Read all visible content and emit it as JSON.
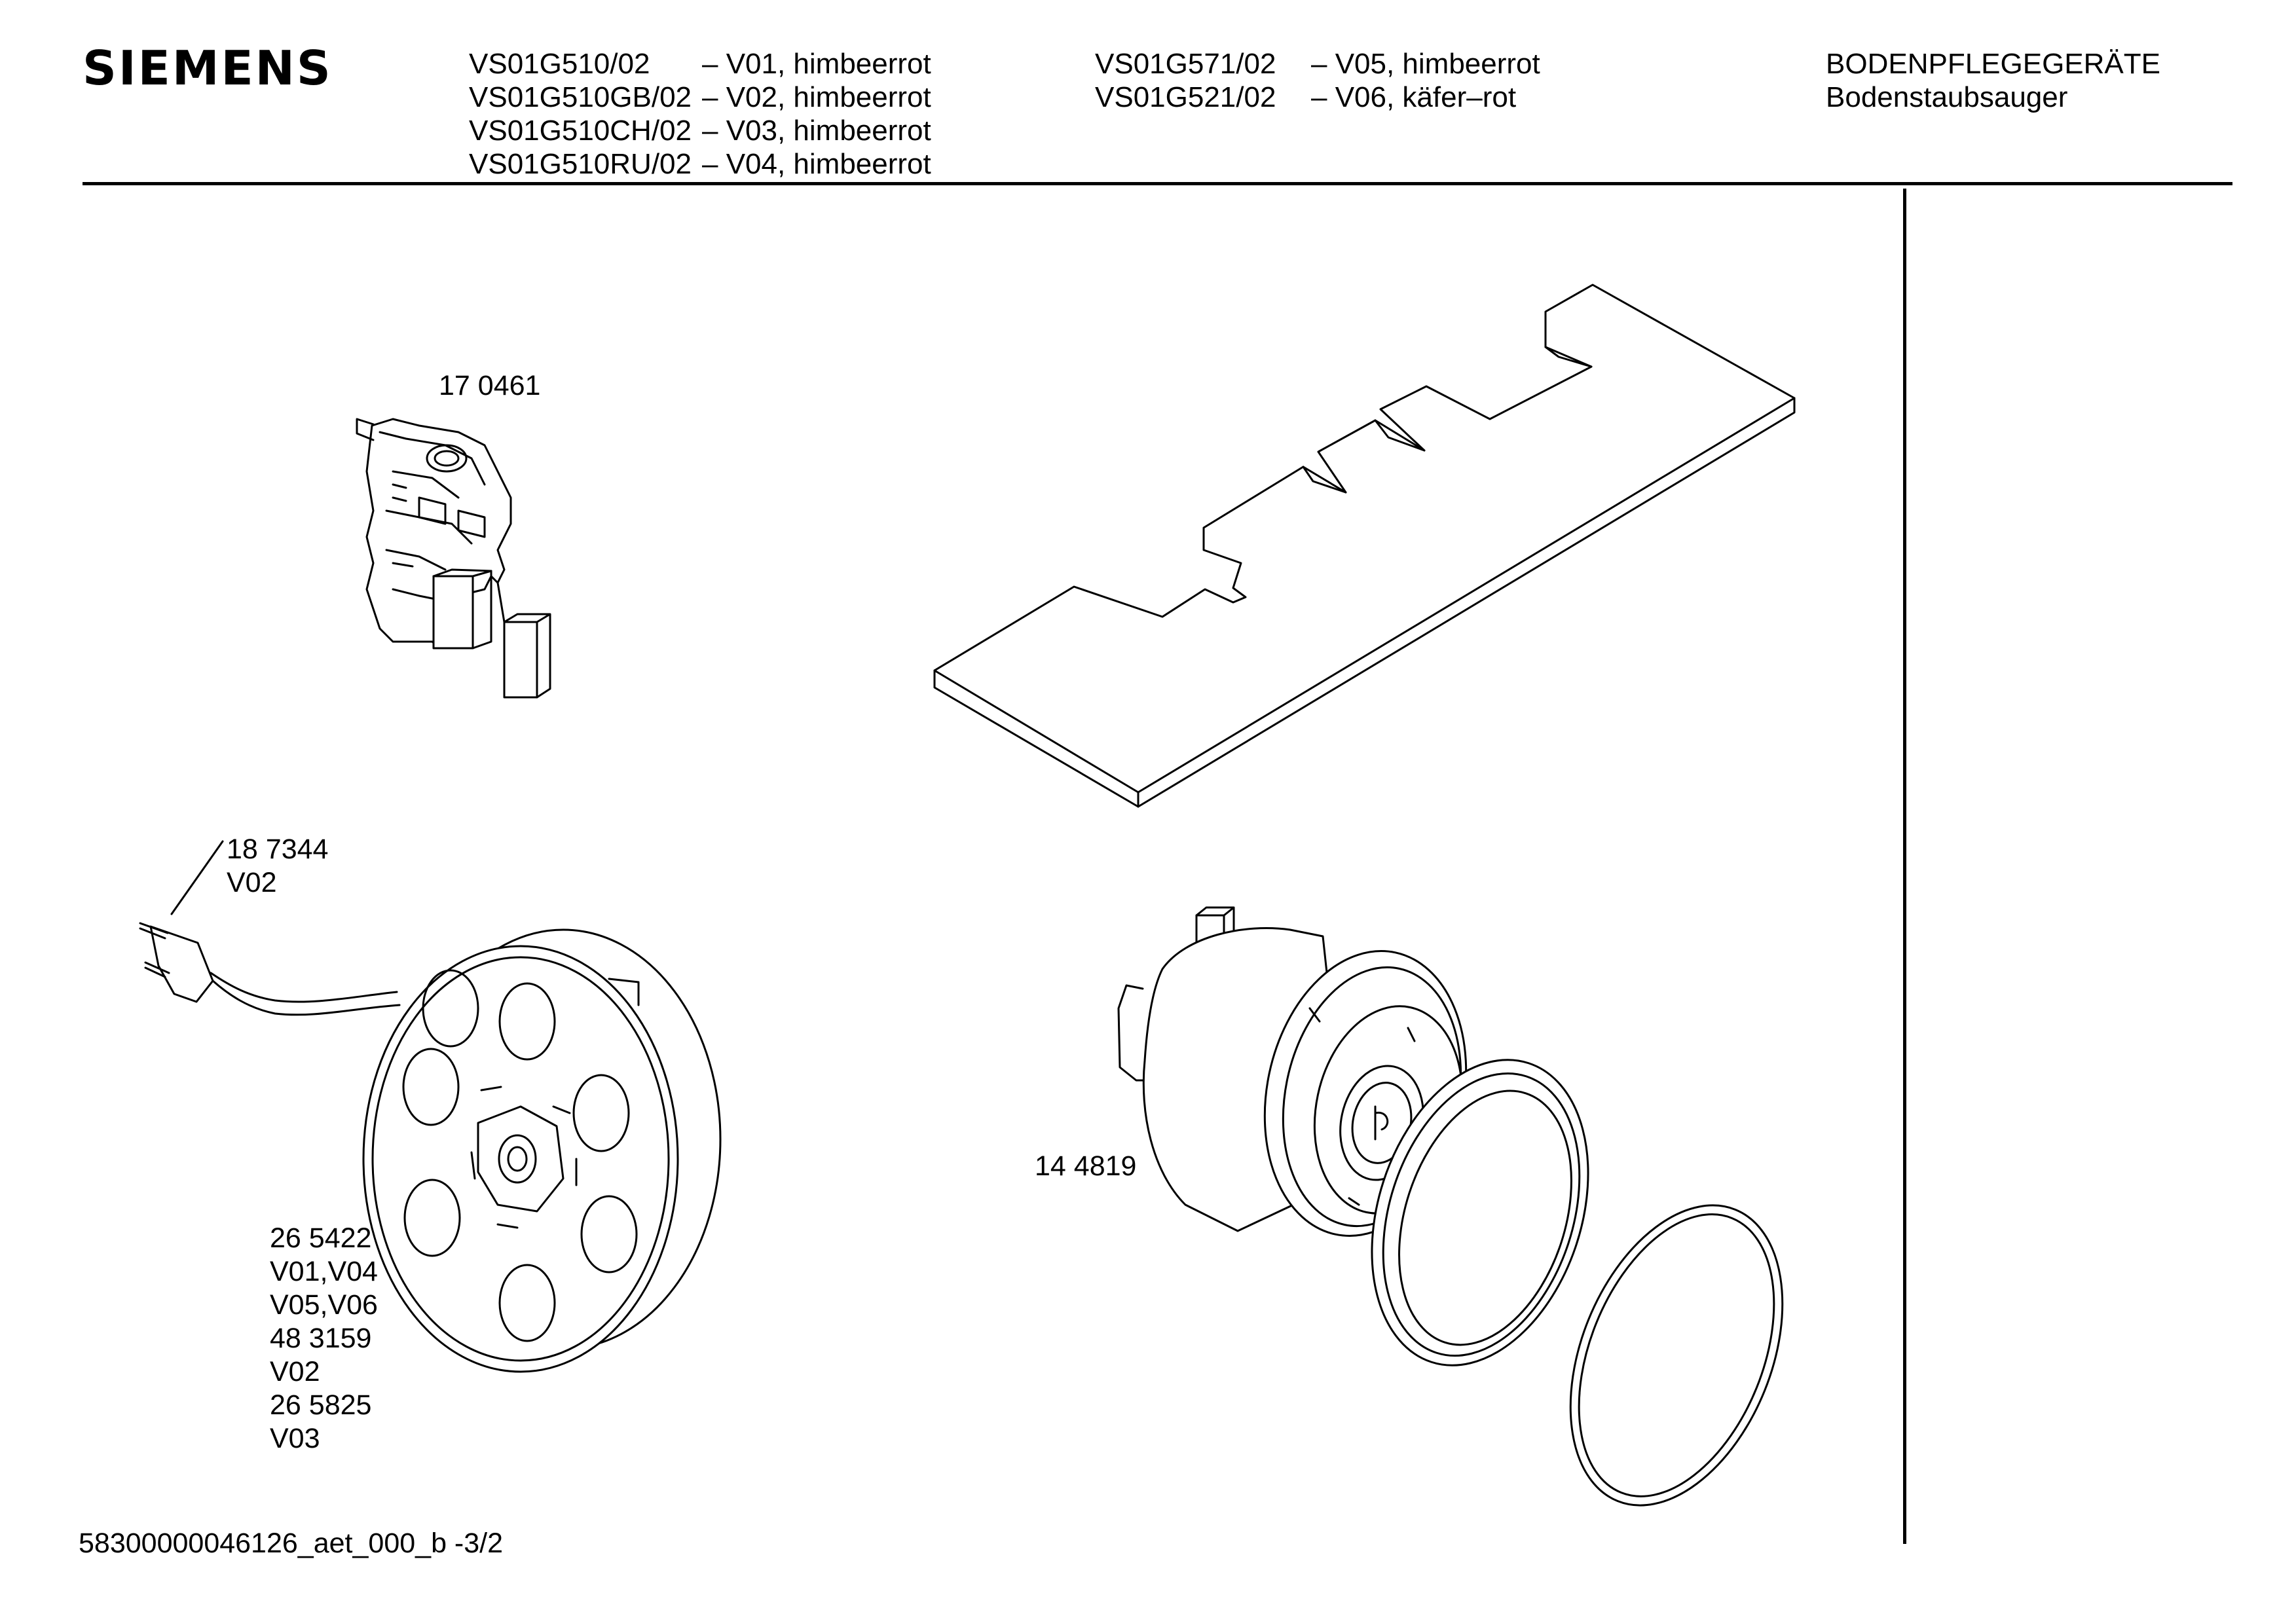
{
  "header": {
    "brand": "SIEMENS",
    "models_col1": [
      {
        "model": "VS01G510/02",
        "variant": "– V01, himbeerrot"
      },
      {
        "model": "VS01G510GB/02",
        "variant": "– V02, himbeerrot"
      },
      {
        "model": "VS01G510CH/02",
        "variant": "– V03, himbeerrot"
      },
      {
        "model": "VS01G510RU/02",
        "variant": "– V04, himbeerrot"
      }
    ],
    "models_col2": [
      {
        "model": "VS01G571/02",
        "variant": "– V05, himbeerrot"
      },
      {
        "model": "VS01G521/02",
        "variant": "– V06, käfer–rot"
      }
    ],
    "category": "BODENPFLEGEGERÄTE",
    "subcategory": "Bodenstaubsauger"
  },
  "parts": {
    "switch": {
      "number": "17 0461"
    },
    "plug": {
      "number": "18 7344",
      "variant": "V02"
    },
    "cable_reel": {
      "lines": [
        "26 5422",
        "V01,V04",
        "V05,V06",
        "48 3159",
        "V02",
        "26 5825",
        "V03"
      ]
    },
    "motor": {
      "number": "14 4819"
    }
  },
  "footer": {
    "doc_id": "58300000046126_aet_000_b -3/2"
  }
}
